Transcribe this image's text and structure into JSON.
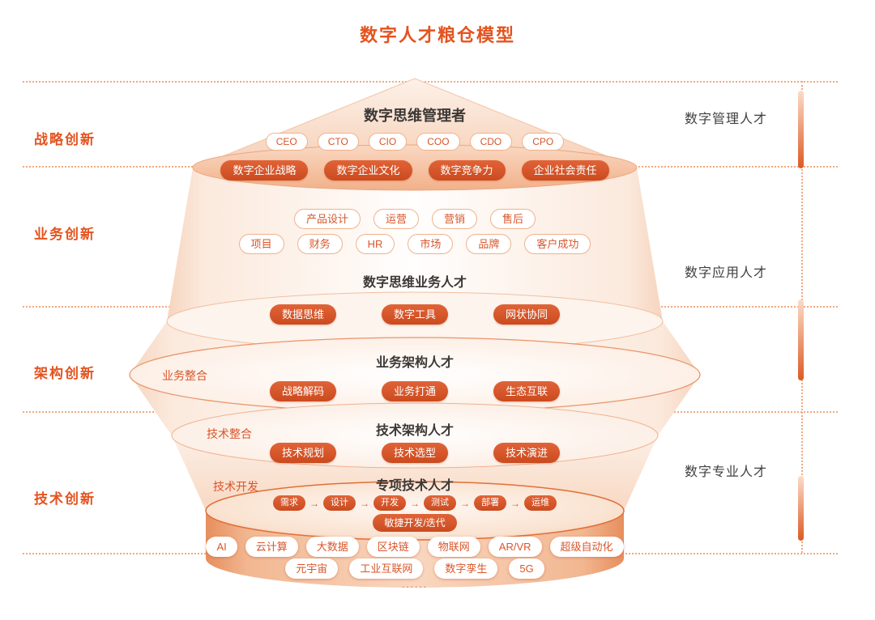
{
  "title": "数字人才粮仓模型",
  "left_labels": [
    "战略创新",
    "业务创新",
    "架构创新",
    "技术创新"
  ],
  "right_labels": [
    "数字管理人才",
    "数字应用人才",
    "数字专业人才"
  ],
  "sections": {
    "management": {
      "heading": "数字思维管理者",
      "roles": [
        "CEO",
        "CTO",
        "CIO",
        "COO",
        "CDO",
        "CPO"
      ],
      "pills": [
        "数字企业战略",
        "数字企业文化",
        "数字竞争力",
        "企业社会责任"
      ]
    },
    "business": {
      "function_row1": [
        "产品设计",
        "运营",
        "营销",
        "售后"
      ],
      "function_row2": [
        "项目",
        "财务",
        "HR",
        "市场",
        "品牌",
        "客户成功"
      ],
      "heading": "数字思维业务人才",
      "pills": [
        "数据思维",
        "数字工具",
        "网状协同"
      ]
    },
    "business_architecture": {
      "side_label": "业务整合",
      "heading": "业务架构人才",
      "pills": [
        "战略解码",
        "业务打通",
        "生态互联"
      ]
    },
    "technology_architecture": {
      "side_label": "技术整合",
      "heading": "技术架构人才",
      "pills": [
        "技术规划",
        "技术选型",
        "技术演进"
      ]
    },
    "specialized_technology": {
      "side_label": "技术开发",
      "heading": "专项技术人才",
      "flow": [
        "需求",
        "设计",
        "开发",
        "测试",
        "部署",
        "运维"
      ],
      "flow_arrow": "→",
      "agile_pill": "敏捷开发/迭代",
      "tech_row1": [
        "AI",
        "云计算",
        "大数据",
        "区块链",
        "物联网",
        "AR/VR",
        "超级自动化"
      ],
      "tech_row2": [
        "元宇宙",
        "工业互联网",
        "数字孪生",
        "5G"
      ],
      "more": "......"
    }
  },
  "colors": {
    "accent": "#E4531F",
    "pill_filled": "#D4542A",
    "pill_outline_text": "#D8562B",
    "dotted_line": "#F2A87E"
  }
}
